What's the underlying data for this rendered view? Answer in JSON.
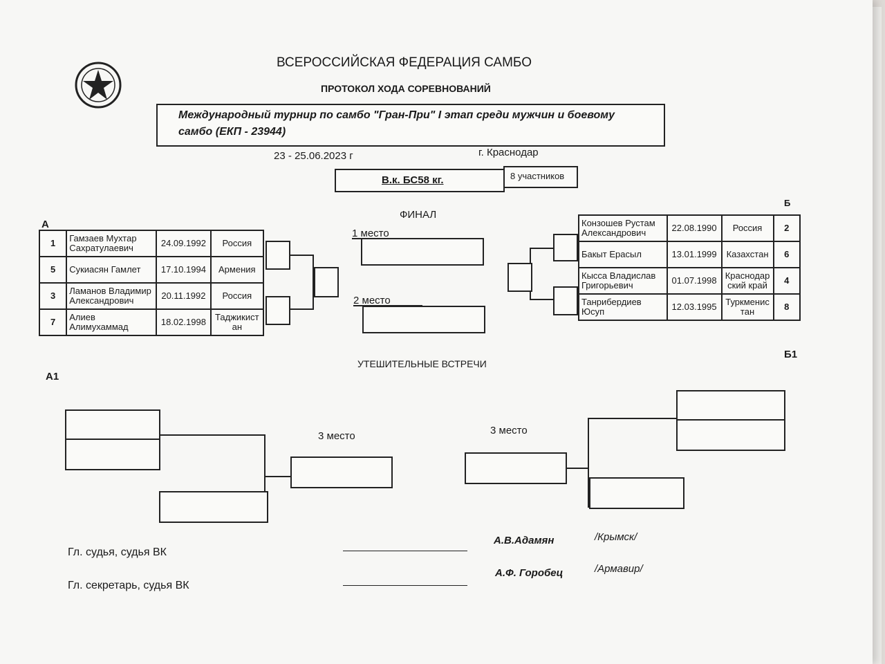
{
  "header": {
    "federation": "ВСЕРОССИЙСКАЯ ФЕДЕРАЦИЯ САМБО",
    "protocol": "ПРОТОКОЛ ХОДА СОРЕВНОВАНИЙ",
    "tournament_line1": "Международный турнир по самбо \"Гран-При\" I этап среди мужчин и боевому",
    "tournament_line2": "самбо (ЕКП - 23944)",
    "dates": "23 - 25.06.2023 г",
    "city": "г. Краснодар",
    "weight_class": "В.к. БС58  кг.",
    "participants": "8 участников"
  },
  "final": {
    "title": "ФИНАЛ",
    "place1": "1 место",
    "place2": "2 место"
  },
  "group_a": {
    "label": "А",
    "rows": [
      {
        "seed": "1",
        "name": "Гамзаев Мухтар Сахратулаевич",
        "dob": "24.09.1992",
        "country": "Россия"
      },
      {
        "seed": "5",
        "name": "Сукиасян Гамлет",
        "dob": "17.10.1994",
        "country": "Армения"
      },
      {
        "seed": "3",
        "name": "Ламанов Владимир Александрович",
        "dob": "20.11.1992",
        "country": "Россия"
      },
      {
        "seed": "7",
        "name": "Алиев Алимухаммад",
        "dob": "18.02.1998",
        "country": "Таджикистан"
      }
    ]
  },
  "group_b": {
    "label": "Б",
    "rows": [
      {
        "seed": "2",
        "name": "Конзошев Рустам Александрович",
        "dob": "22.08.1990",
        "country": "Россия"
      },
      {
        "seed": "6",
        "name": "Бакыт Ерасыл",
        "dob": "13.01.1999",
        "country": "Казахстан"
      },
      {
        "seed": "4",
        "name": "Кысса Владислав Григорьевич",
        "dob": "01.07.1998",
        "country": "Краснодарский край"
      },
      {
        "seed": "8",
        "name": "Танрибердиев Юсуп",
        "dob": "12.03.1995",
        "country": "Туркменистан"
      }
    ]
  },
  "consolation": {
    "title": "УТЕШИТЕЛЬНЫЕ ВСТРЕЧИ",
    "label_a1": "А1",
    "label_b1": "Б1",
    "third_left": "3 место",
    "third_right": "3 место"
  },
  "officials": {
    "chief_judge_label": "Гл. судья, судья ВК",
    "chief_judge_name": "А.В.Адамян",
    "chief_judge_city": "/Крымск/",
    "secretary_label": "Гл. секретарь, судья ВК",
    "secretary_name": "А.Ф. Горобец",
    "secretary_city": "/Армавир/"
  }
}
